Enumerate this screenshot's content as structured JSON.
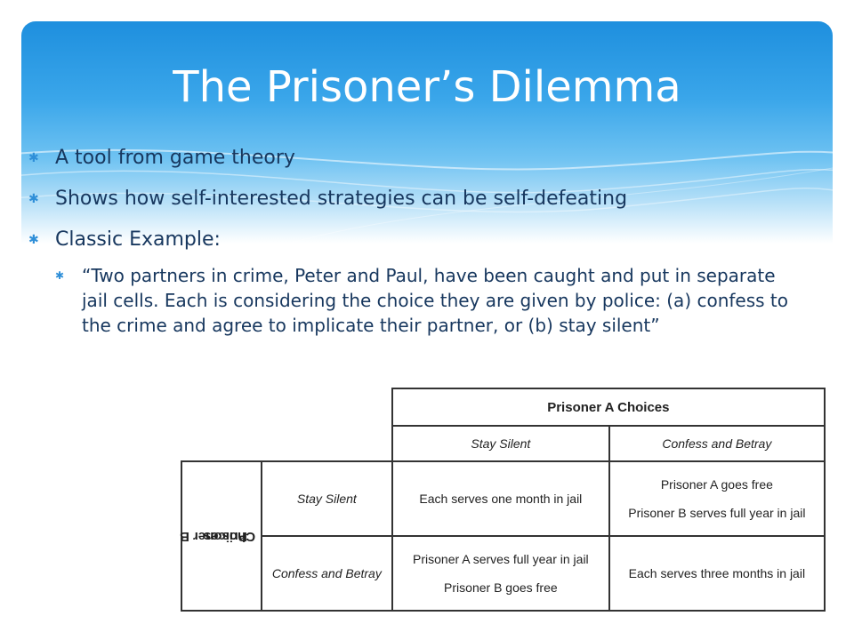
{
  "slide": {
    "title": "The Prisoner’s Dilemma",
    "bullets": [
      "A tool from game theory",
      "Shows how self-interested strategies can be self-defeating",
      "Classic Example:"
    ],
    "sub_bullet": "“Two partners in crime, Peter and Paul, have been caught and put in separate jail cells. Each is considering the choice they are given by police: (a) confess to the crime and agree to implicate their partner, or (b) stay silent”"
  },
  "table": {
    "col_group_header": "Prisoner A Choices",
    "col_headers": [
      "Stay Silent",
      "Confess and Betray"
    ],
    "row_group_header_line1": "Prisoner B",
    "row_group_header_line2": "Choices",
    "row_headers": [
      "Stay Silent",
      "Confess and Betray"
    ],
    "cells": [
      [
        "Each serves one month in jail",
        "Prisoner A goes free\n\nPrisoner B serves full year in jail"
      ],
      [
        "Prisoner A serves full year in jail\n\nPrisoner B goes free",
        "Each serves three months in jail"
      ]
    ]
  },
  "colors": {
    "header_top": "#1e8fde",
    "header_bottom": "#b9e1f8",
    "text": "#17375e",
    "bullet": "#2f8fd8"
  }
}
